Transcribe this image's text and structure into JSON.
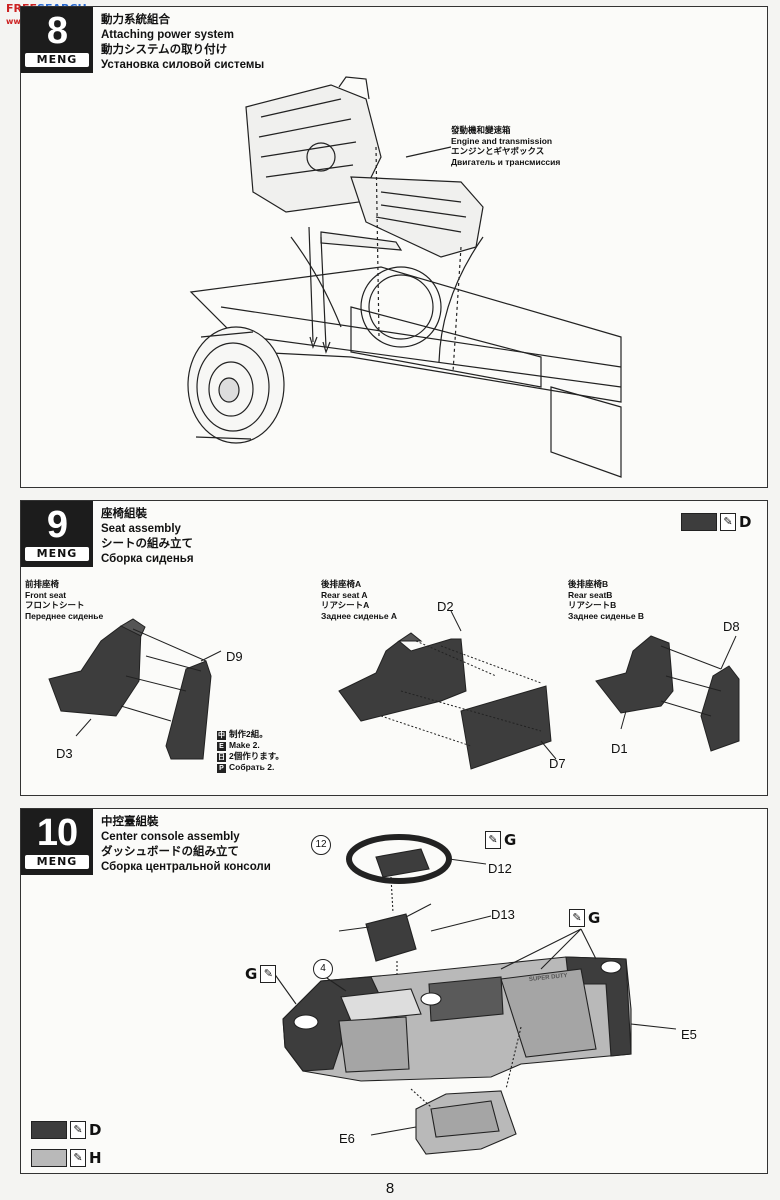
{
  "watermark": {
    "line1": "FREE",
    "line2": "SEARCH",
    "line3": "www.fss.cn"
  },
  "step8": {
    "num": "8",
    "brand": "MENG",
    "title_zh": "動力系統組合",
    "title_en": "Attaching power system",
    "title_ja": "動力システムの取り付け",
    "title_ru": "Установка силовой системы",
    "callout": [
      "發動機和變速箱",
      "Engine and transmission",
      "エンジンとギヤボックス",
      "Двигатель и трансмиссия"
    ]
  },
  "step9": {
    "num": "9",
    "brand": "MENG",
    "title_zh": "座椅組裝",
    "title_en": "Seat assembly",
    "title_ja": "シートの組み立て",
    "title_ru": "Сборка сиденья",
    "paint_code": "D",
    "front": [
      "前排座椅",
      "Front seat",
      "フロントシート",
      "Переднее сиденье"
    ],
    "rearA": [
      "後排座椅A",
      "Rear seat A",
      "リアシートA",
      "Заднее сиденье A"
    ],
    "rearB": [
      "後排座椅B",
      "Rear seatB",
      "リアシートB",
      "Заднее сиденье B"
    ],
    "make2": [
      "制作2組。",
      "Make 2.",
      "2個作ります。",
      "Собрать 2."
    ],
    "make2_marks": [
      "中",
      "E",
      "日",
      "Р"
    ],
    "parts": {
      "d9": "D9",
      "d3": "D3",
      "d2": "D2",
      "d7": "D7",
      "d8": "D8",
      "d1": "D1"
    }
  },
  "step10": {
    "num": "10",
    "brand": "MENG",
    "title_zh": "中控臺組裝",
    "title_en": "Center console assembly",
    "title_ja": "ダッシュボードの組み立て",
    "title_ru": "Сборка центральной консоли",
    "parts": {
      "d12": "D12",
      "d13": "D13",
      "e5": "E5",
      "e6": "E6"
    },
    "circle12": "12",
    "circle4": "4",
    "paint_g": "G",
    "legend": [
      {
        "code": "D",
        "tone": "dark"
      },
      {
        "code": "H",
        "tone": "light"
      }
    ],
    "dash_text": "SUPER DUTY"
  },
  "page_number": "8",
  "colors": {
    "dark_part": "#3d3d3d",
    "light_part": "#b9b9b9",
    "line": "#222222"
  }
}
